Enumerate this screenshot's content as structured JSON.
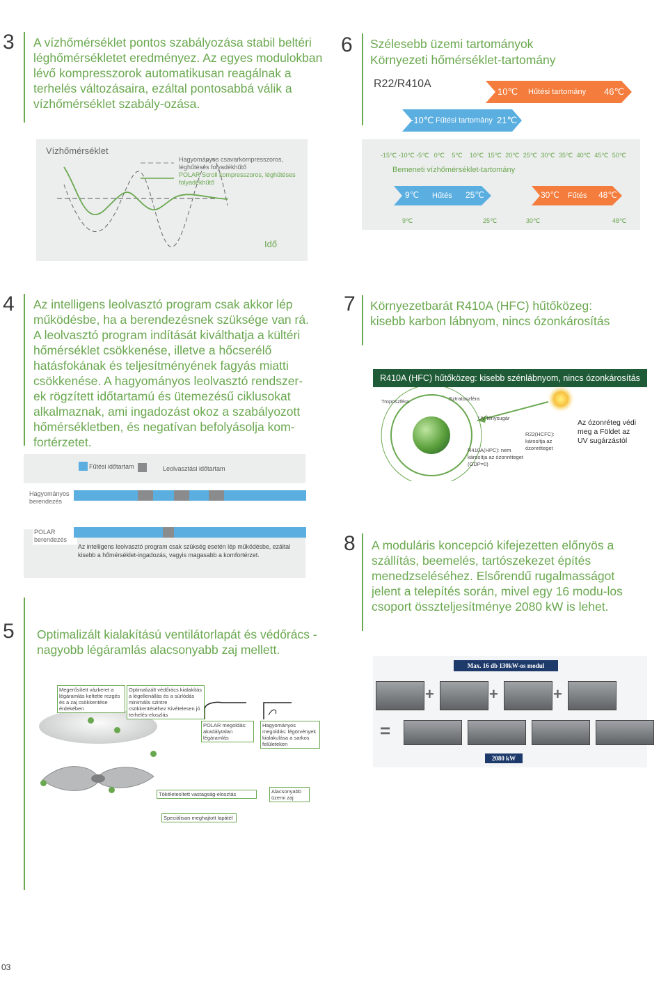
{
  "s3": {
    "num": "3",
    "text": "A vízhőmérséklet pontos szabályozása stabil beltéri léghőmérsékletet eredményez. Az egyes modulokban lévő kompresszorok automatikusan reagálnak a terhelés változásaira, ezáltal pontosabbá válik a vízhőmérséklet szabály-ozása.",
    "chart_title": "Vízhőmérséklet",
    "legend_traditional": "Hagyományos csavarkompresszoros, léghűtéses folyadékhűtő",
    "legend_polar": "POLAR Scroll kompresszoros, léghűtéses folyadékhűtő",
    "xlabel": "Idő"
  },
  "s6": {
    "num": "6",
    "title1": "Szélesebb üzemi tartományok",
    "title2": "Környezeti hőmérséklet-tartomány",
    "refrigerant": "R22/R410A",
    "cool_start": "10℃",
    "cool_label": "Hűtési tartomány",
    "cool_end": "46℃",
    "heat_start": "-10℃",
    "heat_label": "Fűtési tartomány",
    "heat_end": "21℃",
    "scale": [
      "-15℃",
      "-10℃",
      "-5℃",
      "0℃",
      "5℃",
      "10℃",
      "15℃",
      "20℃",
      "25℃",
      "30℃",
      "35℃",
      "40℃",
      "45℃",
      "50℃"
    ],
    "inlet_title": "Bemeneti vízhőmérséklet-tartomány",
    "w_cool_start": "9℃",
    "w_cool_label": "Hűtés",
    "w_cool_end": "25℃",
    "w_heat_start": "30℃",
    "w_heat_label": "Fűtés",
    "w_heat_end": "48℃",
    "bottom_ticks": [
      "9℃",
      "25℃",
      "30℃",
      "48℃"
    ]
  },
  "s4": {
    "num": "4",
    "text": "Az intelligens leolvasztó program csak akkor lép működésbe, ha a berendezésnek szüksége van rá. A leolvasztó program indítását kiválthatja a kültéri hőmérséklet csökkenése, illetve a hőcserélő hatásfokának és teljesítményének fagyás miatti csökkenése. A hagyományos leolvasztó rendszer-ek rögzített időtartamú és ütemezésű ciklusokat alkalmaznak, ami ingadozást okoz a szabályozott hőmérsékletben, és negatívan befolyásolja kom-fortérzetet.",
    "legend_heat": "Fűtési időtartam",
    "legend_defrost": "Leolvasztási időtartam",
    "row1_label": "Hagyományos berendezés",
    "row2_label": "POLAR berendezés",
    "note": "Az intelligens leolvasztó program csak szükség esetén lép működésbe, ezáltal kisebb a hőmérséklet-ingadozás, vagyis magasabb a komfortérzet.",
    "colors": {
      "heat": "#5aaee0",
      "defrost": "#8a8b8d"
    }
  },
  "s7": {
    "num": "7",
    "text": "Környezetbarát R410A (HFC) hűtőközeg: kisebb karbon lábnyom, nincs ózonkárosítás",
    "banner": "R410A (HFC) hűtőközeg: kisebb szénlábnyom, nincs ózonkárosítás",
    "troposphere": "Troposzféra",
    "stratosphere": "Sztratoszféra",
    "uv": "UV fénysugár",
    "r22": "R22(HCFC): károsítja az ózonréteget",
    "r410": "R410A(HPC): nem károsítja az ózonréteget (ODP=0)",
    "ozone": "Az ózonréteg védi meg a Földet az UV sugárzástól"
  },
  "s8": {
    "num": "8",
    "text": "A moduláris koncepció kifejezetten előnyös a szállítás, beemelés, tartószekezet építés menedzseléséhez. Elsőrendű rugalmasságot jelent a telepítés során, mivel egy 16 modu-los csoport összteljesítménye 2080 kW is lehet.",
    "img_title": "Max. 16 db 130kW-os modul",
    "img_total": "2080 kW"
  },
  "s5": {
    "num": "5",
    "text": "Optimalizált kialakítású ventilátorlapát és védőrács - nagyobb légáramlás alacsonyabb zaj mellett.",
    "c1": "Megerősített vázkeret a légáramlás keltette rezgés és a zaj csökkentése érdekében",
    "c2": "Optimalizált védőrács kialakítás a légellenállás és a súrlódás minimális szintre csökkentéséhez Kivételesen jó terhelés-eloszlás",
    "c3": "POLAR megoldás: akadálytalan légáramlás",
    "c4": "Hagyományos megoldás: légörvények kialakulása a sarkos felületeken",
    "c5": "Tökéletesített vastagság-elosztás",
    "c6": "Alacsonyabb üzemi zaj",
    "c7": "Speciálisan meghajtott lapátél"
  },
  "page_number": "03"
}
